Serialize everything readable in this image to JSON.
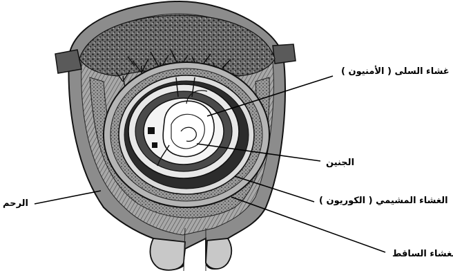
{
  "figure": {
    "labels": {
      "amnion": "غشاء السلى ( الأمنيون )",
      "embryo": "الجنين",
      "uterus": "الرحم",
      "chorion": "الغشاء المشيمي ( الكوريون )",
      "decidua": "الغشاء الساقط"
    }
  }
}
